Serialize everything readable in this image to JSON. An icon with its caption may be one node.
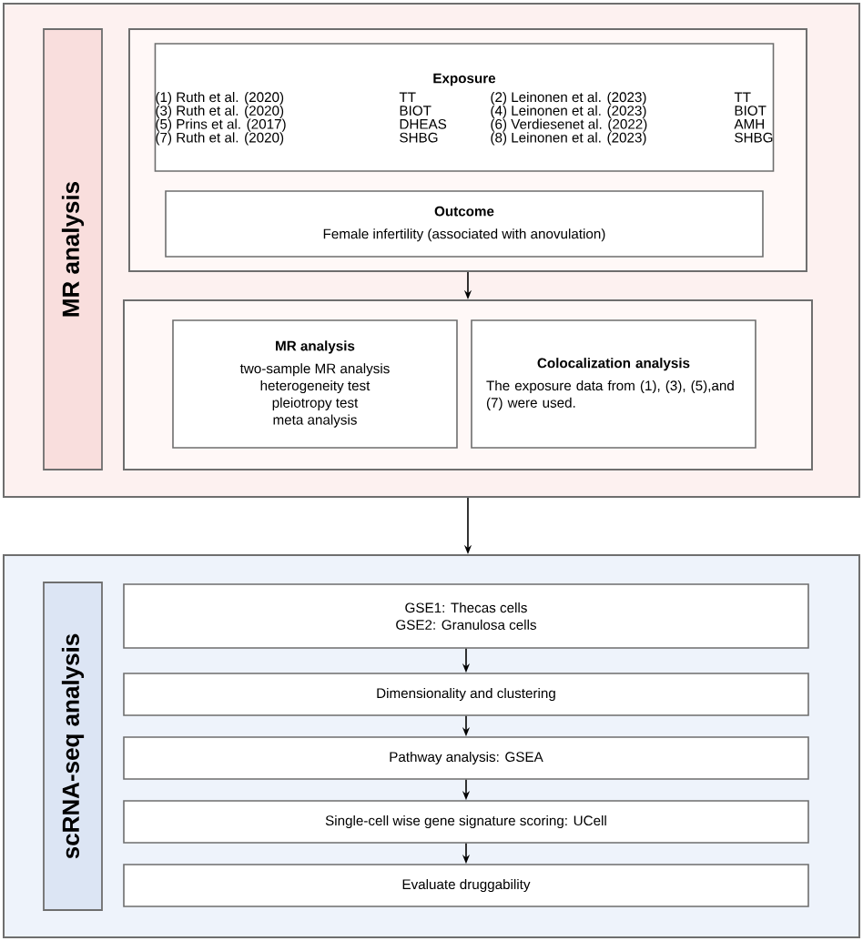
{
  "diagram": {
    "nodes": [
      {
        "text": [],
        "shape": "box"
      },
      {
        "text": [
          "MR analysis"
        ],
        "in": 0
      },
      {
        "text": [],
        "shape": "box",
        "in": 0
      },
      {
        "text": [
          "Exposure",
          "(1) Ruth et al. (2020)",
          "TT",
          "(2) Leinonen et al. (2023)",
          "TT",
          "(3) Ruth et al. (2020)",
          "BIOT",
          "(4) Leinonen et al. (2023)",
          "BIOT",
          "(5) Prins et al. (2017)",
          "DHEAS",
          "(6) Verdiesenet al. (2022)",
          "AMH",
          "(7) Ruth et al. (2020)",
          "SHBG",
          "(8) Leinonen et al. (2023)",
          "SHBG"
        ],
        "in": 2
      },
      {
        "text": [
          "Outcome",
          "Female infertility (associated with anovulation)"
        ],
        "in": 2
      },
      {
        "text": [],
        "shape": "box",
        "in": 0
      },
      {
        "text": [
          "MR analysis",
          "two-sample MR analysis",
          "heterogeneity test",
          "pleiotropy test",
          "meta analysis"
        ],
        "in": 5
      },
      {
        "text": [
          "Colocalization analysis",
          "The exposure data from (1), (3), (5),and (7) were used."
        ],
        "in": 5
      },
      {
        "text": [],
        "shape": "box"
      },
      {
        "text": [
          "scRNA-seq analysis"
        ],
        "in": 8
      },
      {
        "text": [
          "GSE1: Thecas cells",
          "GSE2: Granulosa cells"
        ],
        "in": 8
      },
      {
        "text": [
          "Dimensionality and clustering"
        ],
        "in": 8
      },
      {
        "text": [
          "Pathway analysis: GSEA"
        ],
        "in": 8
      },
      {
        "text": [
          "Single-cell wise gene signature scoring: UCell"
        ],
        "in": 8
      },
      {
        "text": [
          "Evaluate druggability"
        ],
        "in": 8
      }
    ],
    "edges": [
      {
        "from": 2,
        "to": 5,
        "arrow": "to"
      },
      {
        "from": 0,
        "to": 8,
        "arrow": "to"
      },
      {
        "from": 10,
        "to": 11,
        "arrow": "to"
      },
      {
        "from": 11,
        "to": 12,
        "arrow": "to"
      },
      {
        "from": 12,
        "to": 13,
        "arrow": "to"
      },
      {
        "from": 13,
        "to": 14,
        "arrow": "to"
      }
    ]
  }
}
